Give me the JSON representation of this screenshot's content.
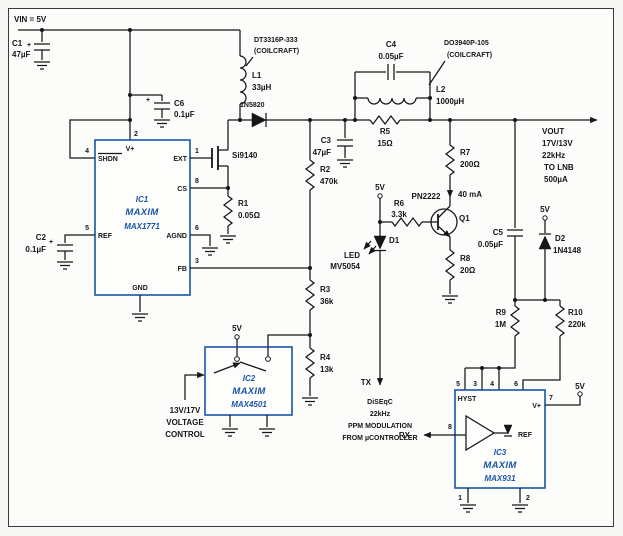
{
  "colors": {
    "maxim_blue": "#1a55a8",
    "ink": "#161616"
  },
  "brand": "MAXIM",
  "supply": {
    "vin": "VIN = 5V",
    "v5": "5V"
  },
  "capacitors": {
    "c1": {
      "name": "C1",
      "value": "47µF",
      "plus": "+"
    },
    "c2": {
      "name": "C2",
      "value": "0.1µF",
      "plus": "+"
    },
    "c3": {
      "name": "C3",
      "value": "47µF"
    },
    "c4": {
      "name": "C4",
      "value": "0.05µF"
    },
    "c5": {
      "name": "C5",
      "value": "0.05µF"
    },
    "c6": {
      "name": "C6",
      "value": "0.1µF",
      "plus": "+"
    }
  },
  "inductors": {
    "l1": {
      "name": "L1",
      "value": "33µH",
      "part": "DT3316P-333",
      "vendor": "(COILCRAFT)"
    },
    "l2": {
      "name": "L2",
      "value": "1000µH",
      "part": "DO3940P-105",
      "vendor": "(COILCRAFT)"
    }
  },
  "resistors": {
    "r1": {
      "name": "R1",
      "value": "0.05Ω"
    },
    "r2": {
      "name": "R2",
      "value": "470k"
    },
    "r3": {
      "name": "R3",
      "value": "36k"
    },
    "r4": {
      "name": "R4",
      "value": "13k"
    },
    "r5": {
      "name": "R5",
      "value": "15Ω"
    },
    "r6": {
      "name": "R6",
      "value": "3.3k"
    },
    "r7": {
      "name": "R7",
      "value": "200Ω"
    },
    "r8": {
      "name": "R8",
      "value": "20Ω"
    },
    "r9": {
      "name": "R9",
      "value": "1M"
    },
    "r10": {
      "name": "R10",
      "value": "220k"
    }
  },
  "diodes": {
    "rectifier": {
      "part": "1N5820"
    },
    "d1": {
      "name": "D1",
      "type": "LED",
      "part": "MV5054"
    },
    "d2": {
      "name": "D2",
      "part": "1N4148"
    }
  },
  "transistors": {
    "q1": {
      "name": "Q1",
      "part": "PN2222"
    },
    "m1": {
      "part": "Si9140"
    }
  },
  "ic1": {
    "designator": "IC1",
    "part": "MAX1771",
    "pins": {
      "shdn": "SHDN",
      "vplus": "V+",
      "ext": "EXT",
      "cs": "CS",
      "ref": "REF",
      "agnd": "AGND",
      "fb": "FB",
      "gnd": "GND"
    },
    "nums": {
      "shdn": "4",
      "vplus": "2",
      "ext": "1",
      "cs": "8",
      "ref": "5",
      "agnd": "6",
      "fb": "3"
    }
  },
  "ic2": {
    "designator": "IC2",
    "part": "MAX4501",
    "control": [
      "13V/17V",
      "VOLTAGE",
      "CONTROL"
    ]
  },
  "ic3": {
    "designator": "IC3",
    "part": "MAX931",
    "pins": {
      "hyst": "HYST",
      "vplus": "V+",
      "ref": "REF"
    },
    "nums": {
      "n1": "1",
      "n2": "2",
      "n3": "3",
      "n4": "4",
      "n5": "5",
      "n6": "6",
      "n7": "7",
      "n8": "8"
    }
  },
  "signals": {
    "tx": "TX",
    "rx": "RX",
    "current": "40 mA",
    "diseqc": [
      "DiSEqC",
      "22kHz",
      "PPM MODULATION",
      "FROM µCONTROLLER"
    ]
  },
  "output": {
    "lines": [
      "VOUT",
      "17V/13V",
      "22kHz",
      "TO LNB",
      "500µA"
    ]
  }
}
